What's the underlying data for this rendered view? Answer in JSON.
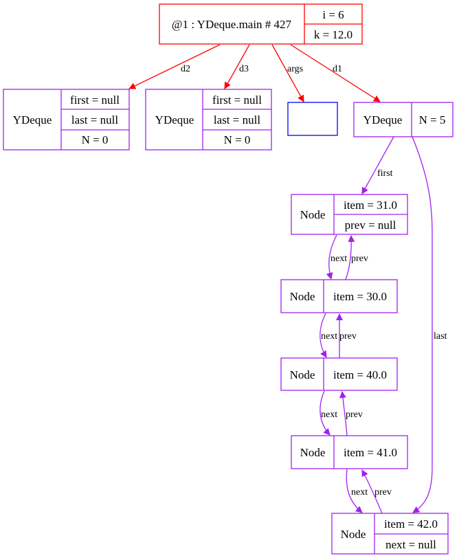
{
  "diagram": {
    "colors": {
      "frame": "#ff0000",
      "object": "#a020f0",
      "array": "#0000ff",
      "frame_edge": "#ff0000",
      "object_edge": "#a020f0"
    },
    "frame": {
      "title": "@1 : YDeque.main # 427",
      "fields": [
        "i = 6",
        "k = 12.0"
      ]
    },
    "d2_deque": {
      "type": "YDeque",
      "fields": [
        "first = null",
        "last = null",
        "N = 0"
      ]
    },
    "d3_deque": {
      "type": "YDeque",
      "fields": [
        "first = null",
        "last = null",
        "N = 0"
      ]
    },
    "args_array": {
      "type": "",
      "fields": []
    },
    "d1_deque": {
      "type": "YDeque",
      "fields": [
        "N = 5"
      ]
    },
    "nodes": [
      {
        "type": "Node",
        "fields": [
          "item = 31.0",
          "prev = null"
        ]
      },
      {
        "type": "Node",
        "fields": [
          "item = 30.0"
        ]
      },
      {
        "type": "Node",
        "fields": [
          "item = 40.0"
        ]
      },
      {
        "type": "Node",
        "fields": [
          "item = 41.0"
        ]
      },
      {
        "type": "Node",
        "fields": [
          "item = 42.0",
          "next = null"
        ]
      }
    ],
    "edges": {
      "d2": "d2",
      "d3": "d3",
      "args": "args",
      "d1": "d1",
      "first": "first",
      "last": "last",
      "next": "next",
      "prev": "prev"
    }
  }
}
